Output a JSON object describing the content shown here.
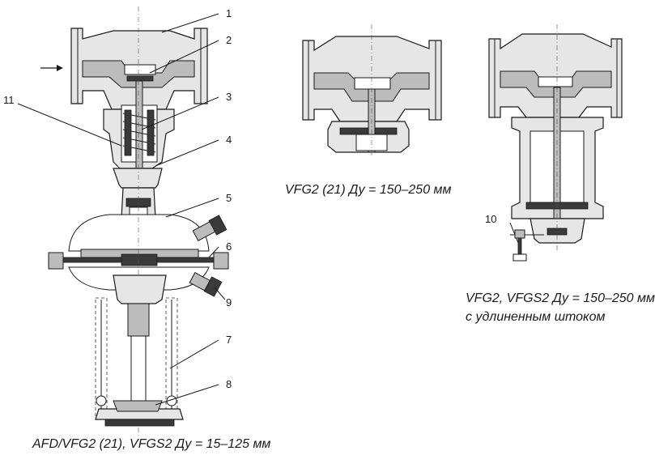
{
  "callouts": [
    "1",
    "2",
    "3",
    "4",
    "5",
    "6",
    "7",
    "8",
    "9",
    "10",
    "11"
  ],
  "caption_main": "AFD/VFG2 (21), VFGS2 Ду = 15–125 мм",
  "caption_top": "VFG2 (21) Ду = 150–250 мм",
  "caption_right_line1": "VFG2, VFGS2 Ду = 150–250 мм",
  "caption_right_line2": "с удлиненным штоком"
}
